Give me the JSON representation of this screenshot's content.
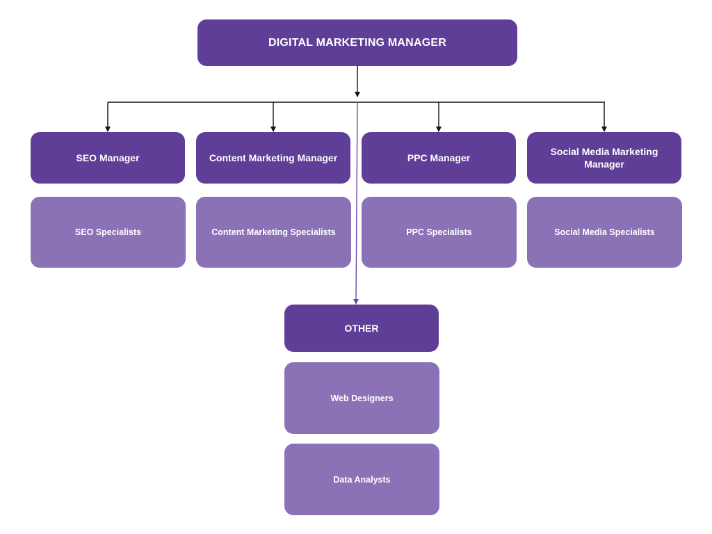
{
  "colors": {
    "header_fill": "#5e3e96",
    "item_fill": "#8b72b7",
    "text": "#ffffff",
    "connector_black": "#111111",
    "connector_purple": "#6a4aa3"
  },
  "top": {
    "title": "DIGITAL MARKETING MANAGER"
  },
  "departments": [
    {
      "manager": "SEO Manager",
      "specialists": "SEO Specialists"
    },
    {
      "manager": "Content Marketing Manager",
      "specialists": "Content Marketing Specialists"
    },
    {
      "manager": "PPC Manager",
      "specialists": "PPC Specialists"
    },
    {
      "manager": "Social Media Marketing Manager",
      "specialists": "Social Media Specialists"
    }
  ],
  "other": {
    "title": "OTHER",
    "items": [
      "Web Designers",
      "Data Analysts"
    ]
  }
}
